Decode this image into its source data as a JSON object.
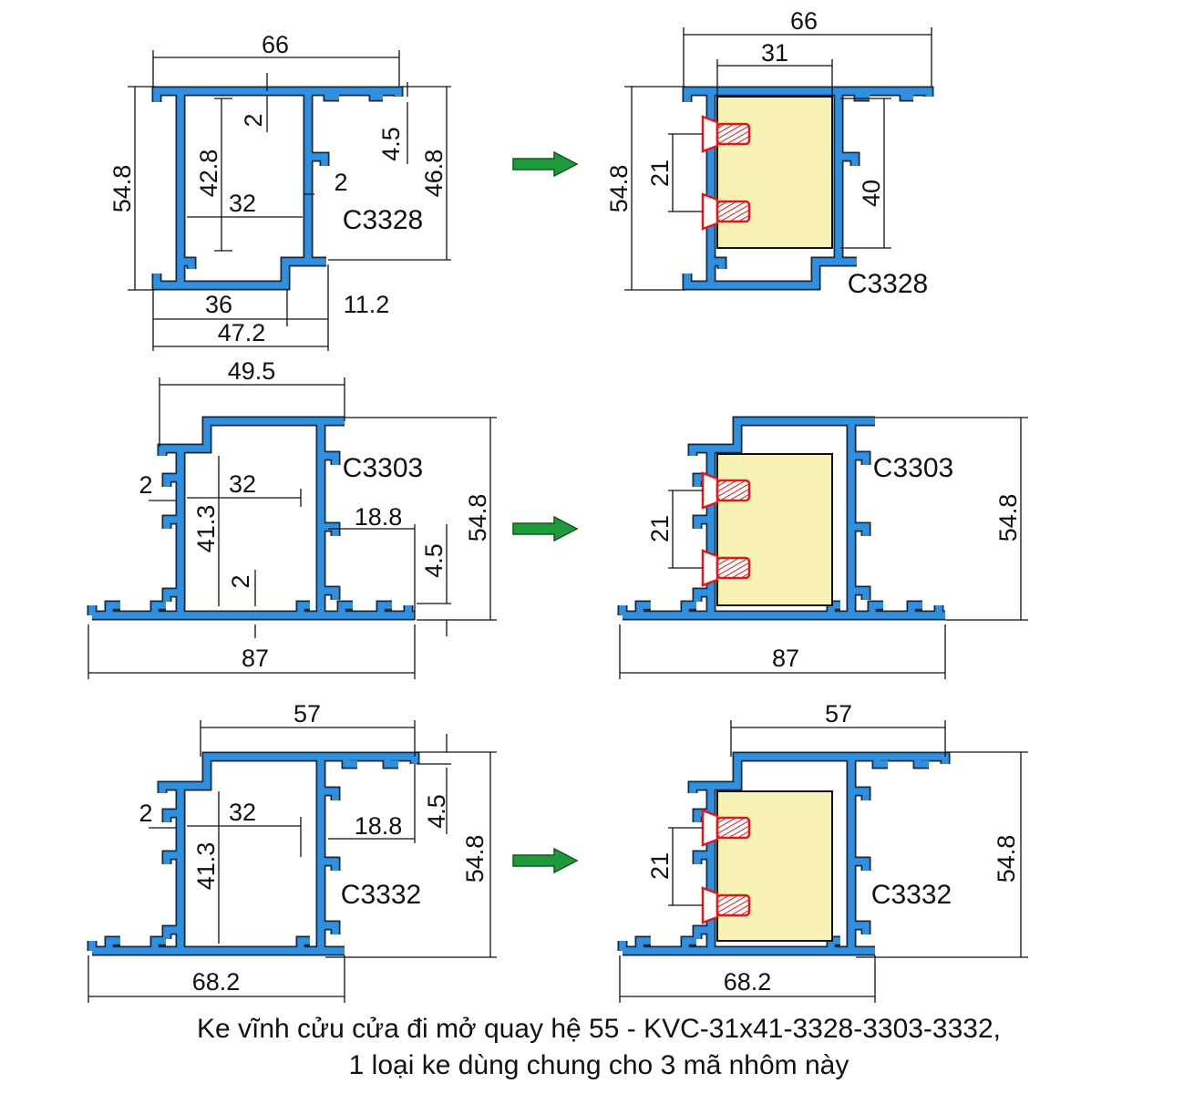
{
  "caption": {
    "line1": "Ke vĩnh cửu cửa đi mở quay hệ 55 - KVC-31x41-3328-3303-3332,",
    "line2": "1 loại ke dùng chung cho 3 mã nhôm này"
  },
  "colors": {
    "profile": "#2f8fe0",
    "corner_block": "#f8f3b4",
    "screw": "#e01818",
    "arrow": "#1e9a3a"
  },
  "rows": [
    {
      "profile_code": "C3328",
      "left_dims": {
        "width": "66",
        "height": "54.8",
        "inner_height": "42.8",
        "wall_top": "2",
        "inner_width": "32",
        "wall_right": "2",
        "lip": "4.5",
        "right_height": "46.8",
        "bottom_left": "36",
        "bottom_right": "11.2",
        "bottom_total": "47.2"
      },
      "right_dims": {
        "width": "66",
        "block_width": "31",
        "height": "54.8",
        "screw_spacing": "21",
        "block_height": "40"
      }
    },
    {
      "profile_code": "C3303",
      "left_dims": {
        "top_width": "49.5",
        "wall_left": "2",
        "inner_width": "32",
        "inner_height": "41.3",
        "offset": "18.8",
        "lip": "4.5",
        "height": "54.8",
        "wall_bottom": "2",
        "total_width": "87"
      },
      "right_dims": {
        "screw_spacing": "21",
        "height": "54.8",
        "total_width": "87"
      }
    },
    {
      "profile_code": "C3332",
      "left_dims": {
        "top_width": "57",
        "wall_left": "2",
        "inner_width": "32",
        "inner_height": "41.3",
        "offset": "18.8",
        "lip": "4.5",
        "height": "54.8",
        "total_width": "68.2"
      },
      "right_dims": {
        "top_width": "57",
        "screw_spacing": "21",
        "height": "54.8",
        "total_width": "68.2"
      }
    }
  ]
}
